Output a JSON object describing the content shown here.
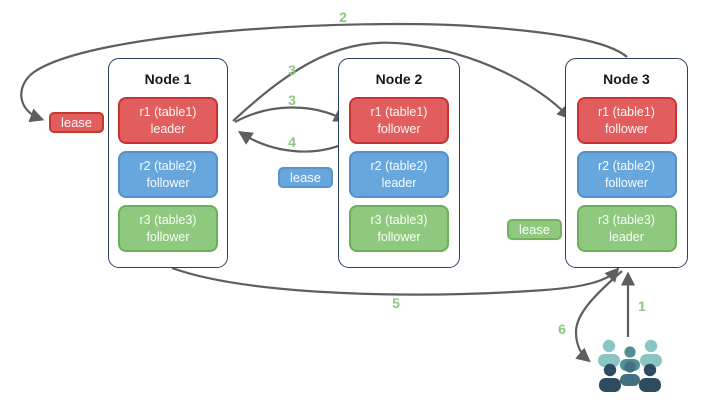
{
  "nodes": [
    {
      "title": "Node 1",
      "replicas": [
        {
          "name": "r1 (table1)",
          "role": "leader",
          "color": "red"
        },
        {
          "name": "r2 (table2)",
          "role": "follower",
          "color": "blue"
        },
        {
          "name": "r3 (table3)",
          "role": "follower",
          "color": "green"
        }
      ]
    },
    {
      "title": "Node 2",
      "replicas": [
        {
          "name": "r1 (table1)",
          "role": "follower",
          "color": "red"
        },
        {
          "name": "r2 (table2)",
          "role": "leader",
          "color": "blue"
        },
        {
          "name": "r3 (table3)",
          "role": "follower",
          "color": "green"
        }
      ]
    },
    {
      "title": "Node 3",
      "replicas": [
        {
          "name": "r1 (table1)",
          "role": "follower",
          "color": "red"
        },
        {
          "name": "r2 (table2)",
          "role": "follower",
          "color": "blue"
        },
        {
          "name": "r3 (table3)",
          "role": "leader",
          "color": "green"
        }
      ]
    }
  ],
  "leases": [
    {
      "label": "lease",
      "color": "red"
    },
    {
      "label": "lease",
      "color": "blue"
    },
    {
      "label": "lease",
      "color": "green"
    }
  ],
  "steps": {
    "s1": "1",
    "s2": "2",
    "s3a": "3",
    "s3b": "3",
    "s4": "4",
    "s5": "5",
    "s6": "6"
  },
  "colors": {
    "replica_red": "#e25d5d",
    "replica_red_border": "#c83232",
    "replica_blue": "#68a7dd",
    "replica_blue_border": "#5590c8",
    "replica_green": "#8ec97d",
    "replica_green_border": "#6fae5c",
    "node_border": "#2a3f63",
    "arrow": "#5e5e5e",
    "step_label": "#8dc87e",
    "users_light_teal": "#8ac5c4",
    "users_medium_teal": "#4f9094",
    "users_slate": "#41717f",
    "users_dark_navy": "#2d4c60"
  }
}
